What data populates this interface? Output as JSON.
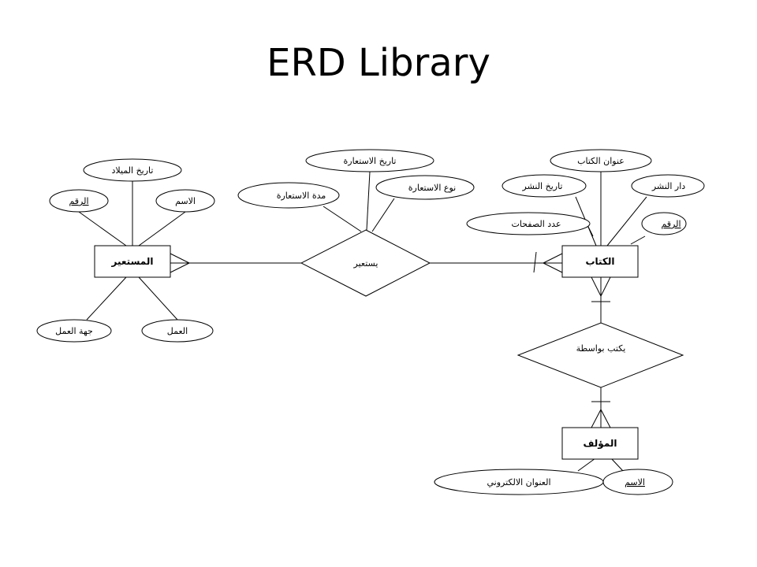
{
  "title": "ERD Library",
  "entities": {
    "borrower": "المستعير",
    "book": "الكتاب",
    "author": "المؤلف"
  },
  "relationships": {
    "borrows": "يستعير",
    "written_by": "يكتب بواسطة"
  },
  "attributes": {
    "borrower": {
      "birth_date": "تاريخ الميلاد",
      "id": "الرقم",
      "name": "الاسم",
      "work_place": "جهة العمل",
      "work": "العمل"
    },
    "borrows": {
      "borrow_date": "تاريخ الاستعارة",
      "borrow_period": "مدة الاستعارة",
      "borrow_type": "نوع الاستعارة"
    },
    "book": {
      "title": "عنوان الكتاب",
      "publish_date": "تاريخ النشر",
      "publisher": "دار النشر",
      "pages": "عدد الصفحات",
      "id": "الرقم"
    },
    "author": {
      "email": "العنوان الالكتروني",
      "name": "الاسم"
    }
  }
}
